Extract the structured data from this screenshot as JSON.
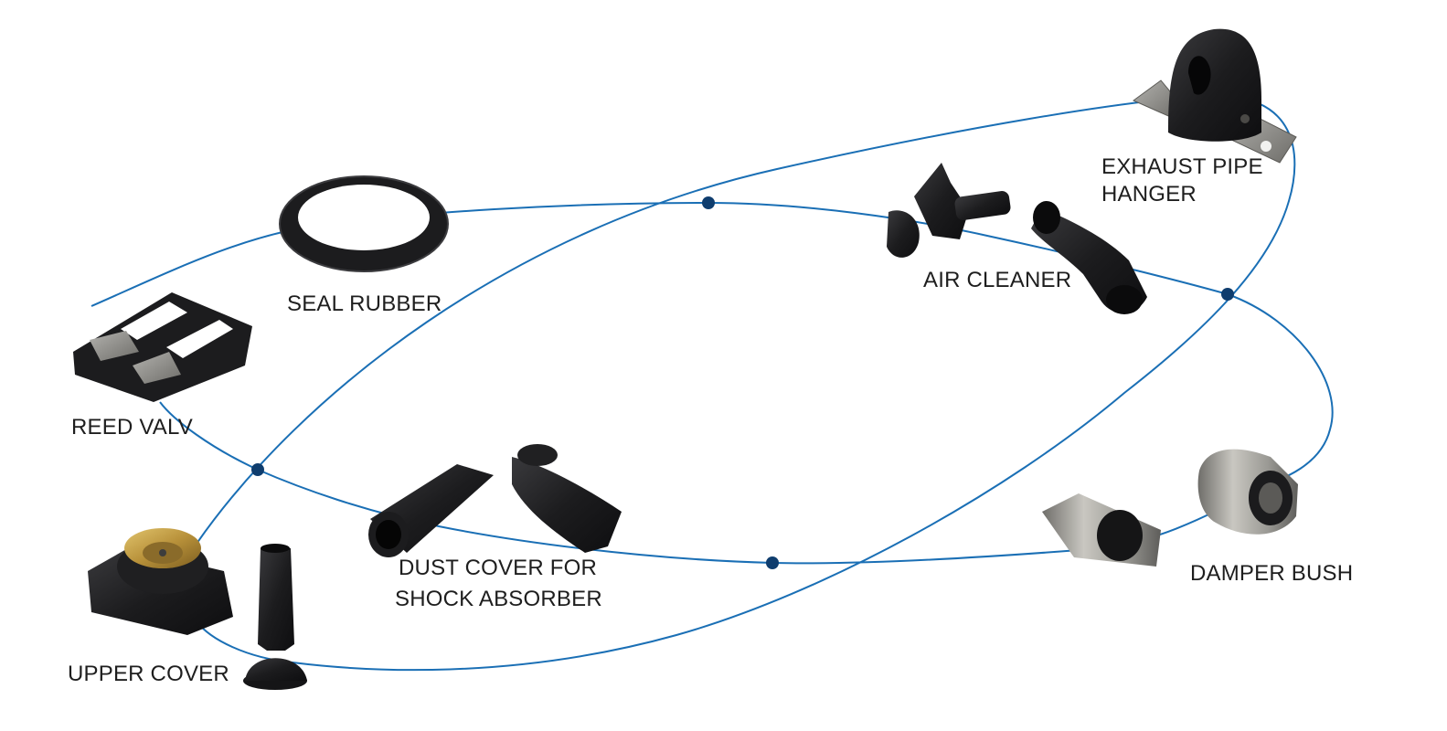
{
  "colors": {
    "orbit_line": "#1a6fb5",
    "node_dot": "#0f3d6e",
    "rubber": "#1c1c1e",
    "metal_plate": "#8d8d8a",
    "brass": "#b8913a",
    "steel": "#9a9994"
  },
  "labels": {
    "exhaust_pipe_hanger": [
      "EXHAUST PIPE",
      "HANGER"
    ],
    "air_cleaner": "AIR CLEANER",
    "seal_rubber": "SEAL RUBBER",
    "reed_valv": "REED VALV",
    "dust_cover": [
      "DUST COVER FOR",
      "SHOCK ABSORBER"
    ],
    "damper_bush": "DAMPER BUSH",
    "upper_cover": "UPPER COVER"
  },
  "icons": [
    "exhaust-hanger-icon",
    "air-cleaner-icon",
    "seal-ring-icon",
    "reed-valve-icon",
    "dust-cover-icon",
    "damper-bush-icon",
    "upper-cover-icon",
    "bellows-icon"
  ]
}
